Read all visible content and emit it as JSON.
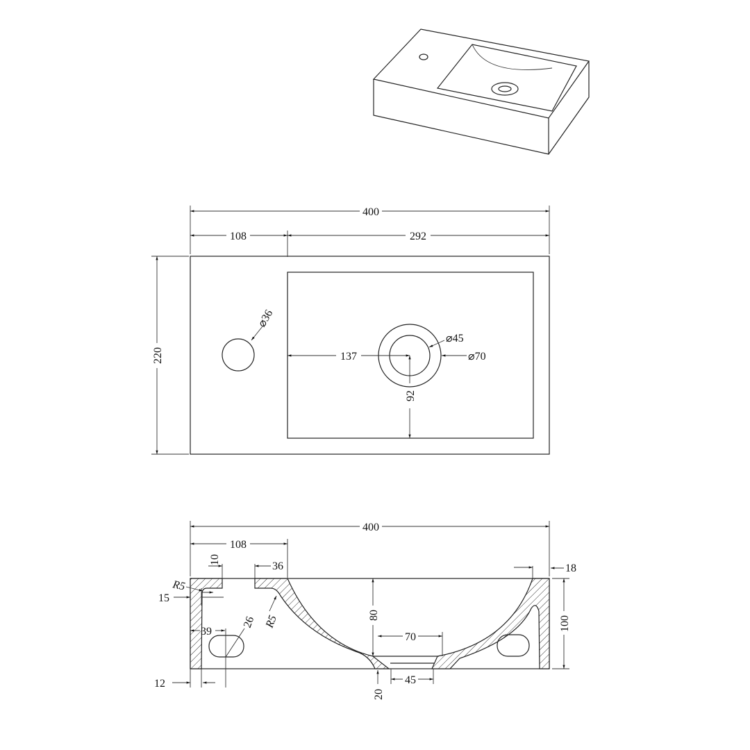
{
  "top_view": {
    "overall_width": "400",
    "left_offset": "108",
    "basin_width": "292",
    "overall_depth": "220",
    "tap_hole": "⌀36",
    "drain_offset": "137",
    "drain_inner": "⌀45",
    "drain_outer": "⌀70",
    "drain_from_edge": "92"
  },
  "section_view": {
    "overall_width": "400",
    "left_offset": "108",
    "rim_lip": "10",
    "ledge": "36",
    "right_wall": "18",
    "radius_left": "R5",
    "top_thickness": "15",
    "radius_inner": "R5",
    "basin_depth": "80",
    "overall_height": "100",
    "slot_offset": "39",
    "slot_size": "26",
    "bowl_bottom": "70",
    "left_wall": "12",
    "drain_width": "45",
    "bottom_thickness": "20"
  }
}
